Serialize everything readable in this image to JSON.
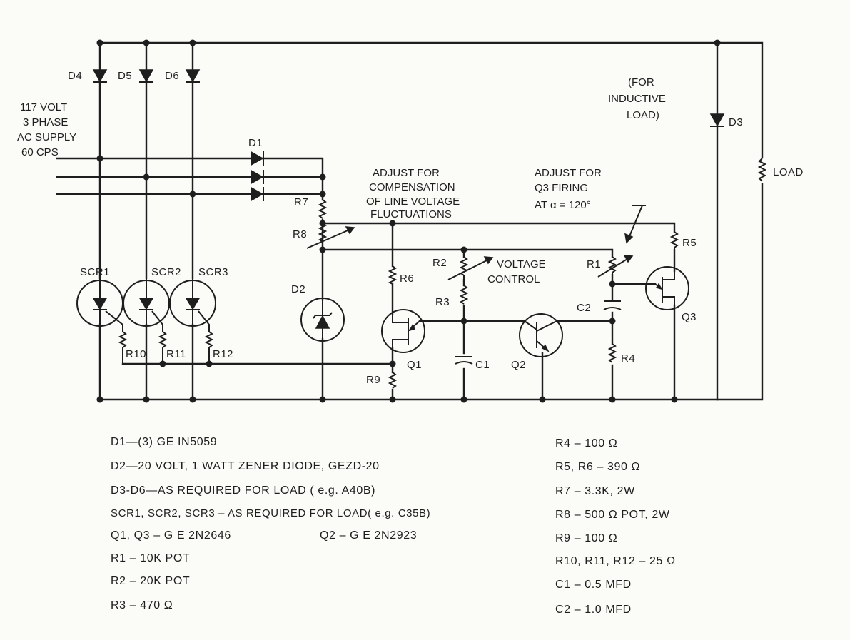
{
  "circuit": {
    "supply_label": [
      "117 VOLT",
      "3 PHASE",
      "AC SUPPLY",
      "60 CPS"
    ],
    "components": {
      "D1": "D1",
      "D2": "D2",
      "D3": "D3",
      "D4": "D4",
      "D5": "D5",
      "D6": "D6",
      "SCR1": "SCR1",
      "SCR2": "SCR2",
      "SCR3": "SCR3",
      "Q1": "Q1",
      "Q2": "Q2",
      "Q3": "Q3",
      "R1": "R1",
      "R2": "R2",
      "R3": "R3",
      "R4": "R4",
      "R5": "R5",
      "R6": "R6",
      "R7": "R7",
      "R8": "R8",
      "R9": "R9",
      "R10": "R10",
      "R11": "R11",
      "R12": "R12",
      "C1": "C1",
      "C2": "C2",
      "LOAD": "LOAD"
    },
    "annotations": {
      "line_comp": [
        "ADJUST  FOR",
        "COMPENSATION",
        "OF LINE VOLTAGE",
        "FLUCTUATIONS"
      ],
      "q3_firing": [
        "ADJUST FOR",
        "Q3  FIRING",
        "AT  α  =  120°"
      ],
      "inductive": [
        "(FOR",
        "INDUCTIVE",
        "LOAD)"
      ],
      "voltage_control": [
        "VOLTAGE",
        "CONTROL"
      ]
    }
  },
  "parts_list": {
    "left": [
      "D1—(3) GE  IN5059",
      "D2—20 VOLT, 1 WATT ZENER DIODE, GEZD-20",
      "D3-D6—AS REQUIRED FOR LOAD ( e.g. A40B)",
      "SCR1, SCR2, SCR3  –  AS REQUIRED  FOR LOAD( e.g. C35B)",
      "Q1, Q3  – G  E  2N2646",
      "R1   –  10K POT",
      "R2  –  20K POT",
      "R3  –  470 Ω"
    ],
    "q2_entry": "Q2  –  G  E  2N2923",
    "right": [
      "R4  –  100 Ω",
      "R5, R6  –  390 Ω",
      "R7  –  3.3K, 2W",
      "R8  –  500 Ω POT, 2W",
      "R9  –  100 Ω",
      "R10,  R11, R12  –  25 Ω",
      "C1  –  0.5 MFD",
      "C2  –  1.0 MFD"
    ]
  }
}
